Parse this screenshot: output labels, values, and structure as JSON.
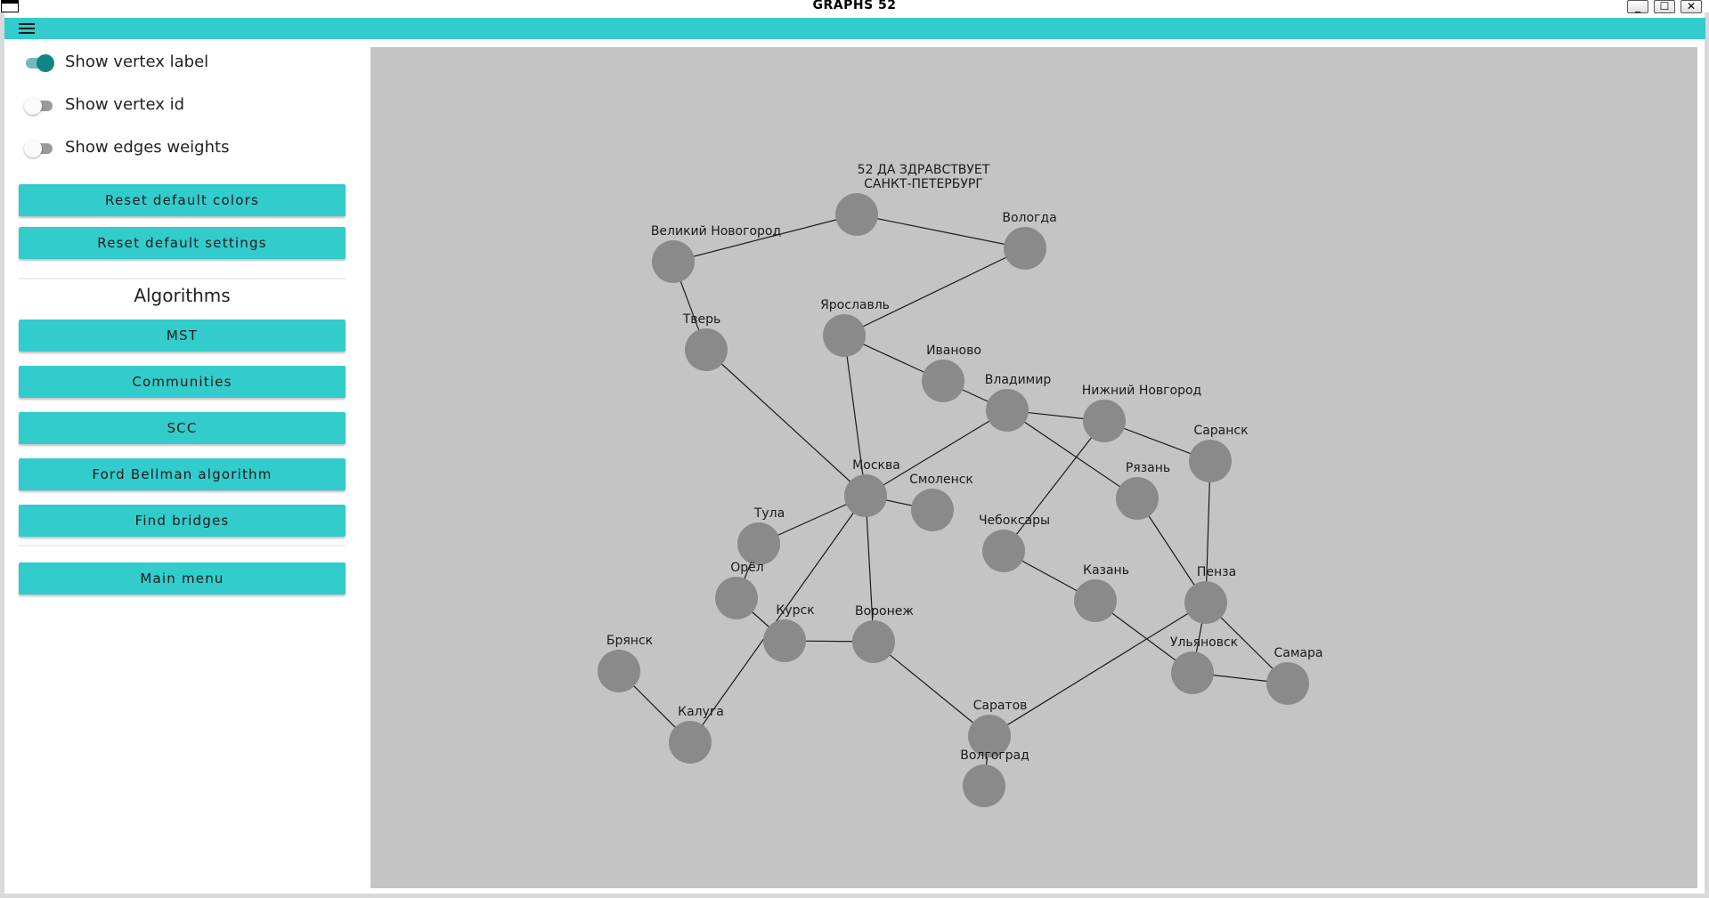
{
  "window": {
    "title": "GRAPHS 52",
    "minimize_label": "_",
    "maximize_label": "☐",
    "close_label": "✕"
  },
  "settings": {
    "show_vertex_label": {
      "label": "Show vertex label",
      "on": true
    },
    "show_vertex_id": {
      "label": "Show vertex id",
      "on": false
    },
    "show_edges_weights": {
      "label": "Show edges weights",
      "on": false
    }
  },
  "buttons": {
    "reset_colors": "Reset default colors",
    "reset_settings": "Reset default settings",
    "mst": "MST",
    "communities": "Communities",
    "scc": "SCC",
    "ford_bellman": "Ford Bellman algorithm",
    "find_bridges": "Find bridges",
    "main_menu": "Main menu"
  },
  "algorithms_heading": "Algorithms",
  "colors": {
    "accent": "#33cccc",
    "toggle_on": "#0f8585",
    "canvas_bg": "#c4c4c4",
    "vertex": "#8a8a8a",
    "edge": "#1a1a1a"
  },
  "graph": {
    "vertices": [
      {
        "id": "spb",
        "label": [
          "52 ДА ЗДРАВСТВУЕТ",
          "САНКТ-ПЕТЕРБУРГ"
        ]
      },
      {
        "id": "vnovgorod",
        "label": [
          "Великий Новогород"
        ]
      },
      {
        "id": "vologda",
        "label": [
          "Вологда"
        ]
      },
      {
        "id": "tver",
        "label": [
          "Тверь"
        ]
      },
      {
        "id": "yaroslavl",
        "label": [
          "Ярославль"
        ]
      },
      {
        "id": "ivanovo",
        "label": [
          "Иваново"
        ]
      },
      {
        "id": "vladimir",
        "label": [
          "Владимир"
        ]
      },
      {
        "id": "nnovgorod",
        "label": [
          "Нижний Новгород"
        ]
      },
      {
        "id": "saransk",
        "label": [
          "Саранск"
        ]
      },
      {
        "id": "moscow",
        "label": [
          "Москва"
        ]
      },
      {
        "id": "smolensk",
        "label": [
          "Смоленск"
        ]
      },
      {
        "id": "ryazan",
        "label": [
          "Рязань"
        ]
      },
      {
        "id": "tula",
        "label": [
          "Тула"
        ]
      },
      {
        "id": "cheboksary",
        "label": [
          "Чебоксары"
        ]
      },
      {
        "id": "orel",
        "label": [
          "Орёл"
        ]
      },
      {
        "id": "kazan",
        "label": [
          "Казань"
        ]
      },
      {
        "id": "penza",
        "label": [
          "Пенза"
        ]
      },
      {
        "id": "kursk",
        "label": [
          "Курск"
        ]
      },
      {
        "id": "voronezh",
        "label": [
          "Воронеж"
        ]
      },
      {
        "id": "bryansk",
        "label": [
          "Брянск"
        ]
      },
      {
        "id": "ulyanovsk",
        "label": [
          "Ульяновск"
        ]
      },
      {
        "id": "samara",
        "label": [
          "Самара"
        ]
      },
      {
        "id": "saratov",
        "label": [
          "Саратов"
        ]
      },
      {
        "id": "kaluga",
        "label": [
          "Калуга"
        ]
      },
      {
        "id": "volgograd",
        "label": [
          "Волгоград"
        ]
      }
    ],
    "edges": [
      [
        "spb",
        "vnovgorod"
      ],
      [
        "spb",
        "vologda"
      ],
      [
        "vnovgorod",
        "tver"
      ],
      [
        "vologda",
        "yaroslavl"
      ],
      [
        "yaroslavl",
        "ivanovo"
      ],
      [
        "yaroslavl",
        "moscow"
      ],
      [
        "tver",
        "moscow"
      ],
      [
        "ivanovo",
        "vladimir"
      ],
      [
        "vladimir",
        "nnovgorod"
      ],
      [
        "vladimir",
        "moscow"
      ],
      [
        "vladimir",
        "ryazan"
      ],
      [
        "nnovgorod",
        "saransk"
      ],
      [
        "nnovgorod",
        "cheboksary"
      ],
      [
        "saransk",
        "penza"
      ],
      [
        "ryazan",
        "penza"
      ],
      [
        "moscow",
        "smolensk"
      ],
      [
        "moscow",
        "tula"
      ],
      [
        "moscow",
        "voronezh"
      ],
      [
        "moscow",
        "kaluga"
      ],
      [
        "tula",
        "orel"
      ],
      [
        "orel",
        "kursk"
      ],
      [
        "kursk",
        "voronezh"
      ],
      [
        "voronezh",
        "saratov"
      ],
      [
        "saratov",
        "penza"
      ],
      [
        "saratov",
        "volgograd"
      ],
      [
        "bryansk",
        "kaluga"
      ],
      [
        "cheboksary",
        "kazan"
      ],
      [
        "kazan",
        "ulyanovsk"
      ],
      [
        "penza",
        "ulyanovsk"
      ],
      [
        "penza",
        "samara"
      ],
      [
        "ulyanovsk",
        "samara"
      ]
    ]
  }
}
